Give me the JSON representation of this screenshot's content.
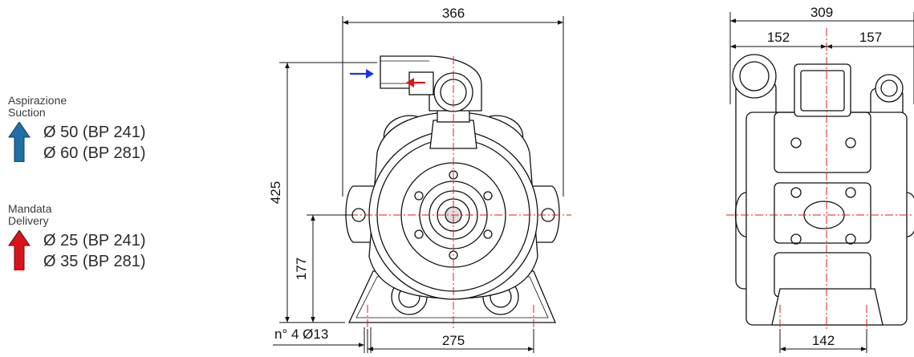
{
  "legend": {
    "suction": {
      "title_it": "Aspirazione",
      "title_en": "Suction",
      "color": "#1f6fa8",
      "values": [
        "Ø 50 (BP 241)",
        "Ø 60 (BP 281)"
      ]
    },
    "delivery": {
      "title_it": "Mandata",
      "title_en": "Delivery",
      "color": "#d7141a",
      "values": [
        "Ø 25 (BP 241)",
        "Ø 35 (BP 281)"
      ]
    }
  },
  "dimensions": {
    "front_width": "366",
    "front_height": "425",
    "shaft_height": "177",
    "base_holes_spacing": "275",
    "base_holes": "n° 4 Ø13",
    "side_width": "309",
    "side_left": "152",
    "side_right": "157",
    "side_base": "142"
  },
  "colors": {
    "inlet_arrow": "#1a33e6",
    "outlet_arrow": "#e01515",
    "axis": "#e21b1b"
  }
}
